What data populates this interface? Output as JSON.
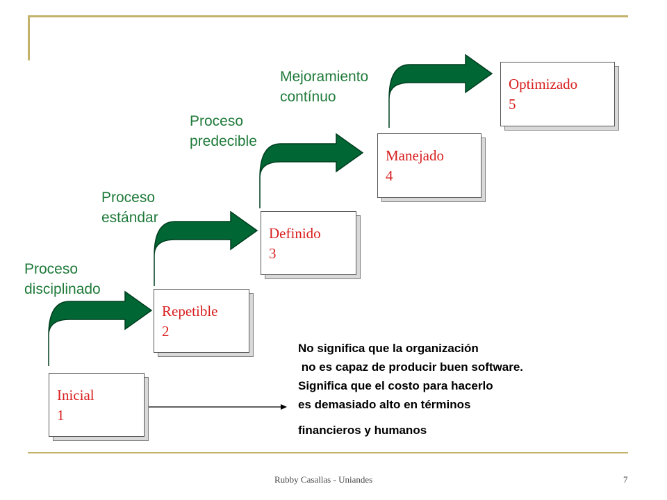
{
  "levels": [
    {
      "name": "Inicial",
      "number": "1"
    },
    {
      "name": "Repetible",
      "number": "2"
    },
    {
      "name": "Definido",
      "number": "3"
    },
    {
      "name": "Manejado",
      "number": "4"
    },
    {
      "name": "Optimizado",
      "number": "5"
    }
  ],
  "transitions": [
    {
      "line1": "Proceso",
      "line2": "disciplinado"
    },
    {
      "line1": "Proceso",
      "line2": "estándar"
    },
    {
      "line1": "Proceso",
      "line2": "predecible"
    },
    {
      "line1": "Mejoramiento",
      "line2": "contínuo"
    }
  ],
  "note": {
    "lines": [
      "No significa que la organización",
      " no es capaz de producir buen software.",
      "Significa que el costo para hacerlo",
      "es demasiado alto en términos",
      "financieros y humanos"
    ]
  },
  "footer": {
    "author": "Rubby Casallas - Uniandes",
    "page": "7"
  },
  "colors": {
    "arrow": "#006633",
    "level_text": "#d81e1e",
    "caption_text": "#1f7a3a",
    "frame": "#c5b26a"
  }
}
